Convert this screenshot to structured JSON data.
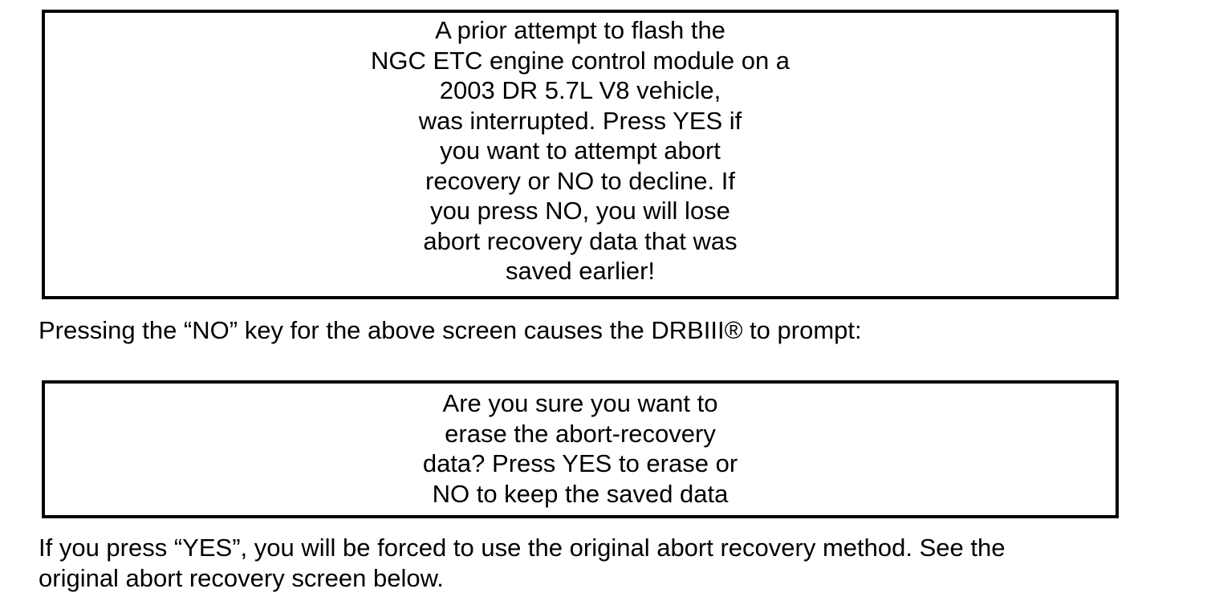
{
  "page": {
    "background": "#ffffff",
    "text_color": "#000000",
    "border_color": "#000000"
  },
  "screens": [
    {
      "name": "flash-interrupted-prompt",
      "lines": [
        "A prior attempt to flash the",
        "NGC ETC engine control module on a",
        "2003 DR 5.7L V8 vehicle,",
        "was interrupted. Press YES if",
        "you want to attempt abort",
        "recovery or NO to decline. If",
        "you press NO, you will lose",
        "abort recovery data that was",
        "saved earlier!"
      ]
    },
    {
      "name": "erase-abort-recovery-confirm",
      "lines": [
        "Are you sure you want to",
        "erase the abort-recovery",
        "data? Press YES to erase or",
        "NO to keep the saved data"
      ]
    }
  ],
  "paragraphs": [
    {
      "name": "no-key-caption",
      "lines": [
        "Pressing the “NO” key for the above screen causes the DRBIII® to prompt:"
      ]
    },
    {
      "name": "yes-key-caption",
      "lines": [
        "If you press “YES”, you will be forced to use the original abort recovery method. See the",
        "original abort recovery screen below."
      ]
    }
  ]
}
